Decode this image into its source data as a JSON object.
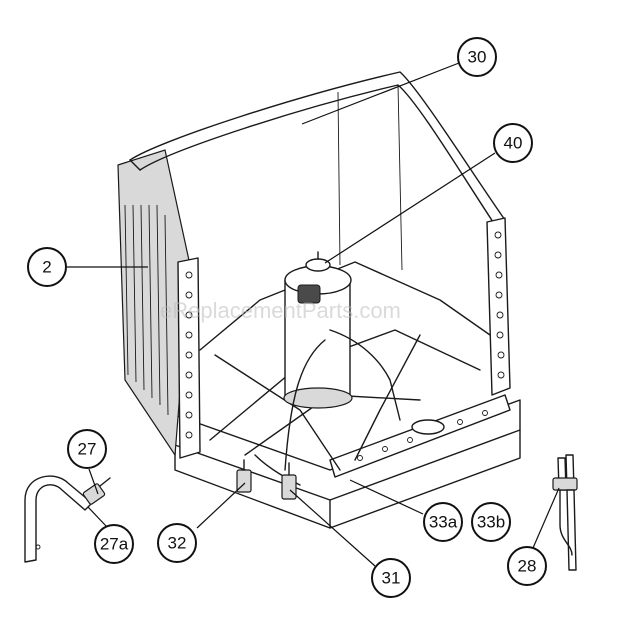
{
  "diagram": {
    "watermark": "eReplacementParts.com",
    "callouts": [
      {
        "id": "c30",
        "label": "30"
      },
      {
        "id": "c40",
        "label": "40"
      },
      {
        "id": "c2",
        "label": "2"
      },
      {
        "id": "c27",
        "label": "27"
      },
      {
        "id": "c27a",
        "label": "27a"
      },
      {
        "id": "c32",
        "label": "32"
      },
      {
        "id": "c31",
        "label": "31"
      },
      {
        "id": "c33a",
        "label": "33a"
      },
      {
        "id": "c33b",
        "label": "33b"
      },
      {
        "id": "c28",
        "label": "28"
      }
    ]
  }
}
